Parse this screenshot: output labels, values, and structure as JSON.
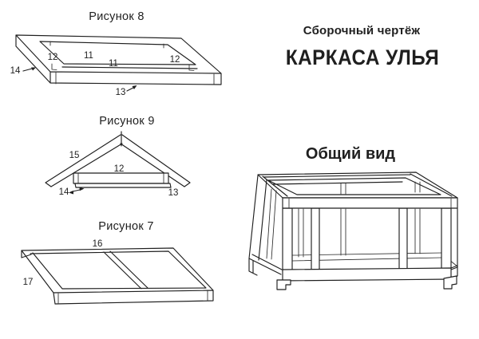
{
  "header": {
    "subtitle": "Сборочный чертёж",
    "title": "КАРКАСА УЛЬЯ"
  },
  "general_view": {
    "caption": "Общий вид"
  },
  "figures": {
    "fig8": {
      "caption": "Рисунок 8",
      "labels": {
        "left_wall": "12",
        "back_wall": "11",
        "front_wall": "11",
        "right_wall": "12",
        "side_plank": "14",
        "front_plank": "13"
      }
    },
    "fig9": {
      "caption": "Рисунок 9",
      "labels": {
        "rafter": "15",
        "tie_beam": "12",
        "ledge": "14",
        "base_bar": "13"
      }
    },
    "fig7": {
      "caption": "Рисунок 7",
      "labels": {
        "long_rail": "16",
        "side_rail": "17"
      }
    }
  },
  "colors": {
    "ink": "#1f1f1f",
    "paper": "#ffffff"
  }
}
